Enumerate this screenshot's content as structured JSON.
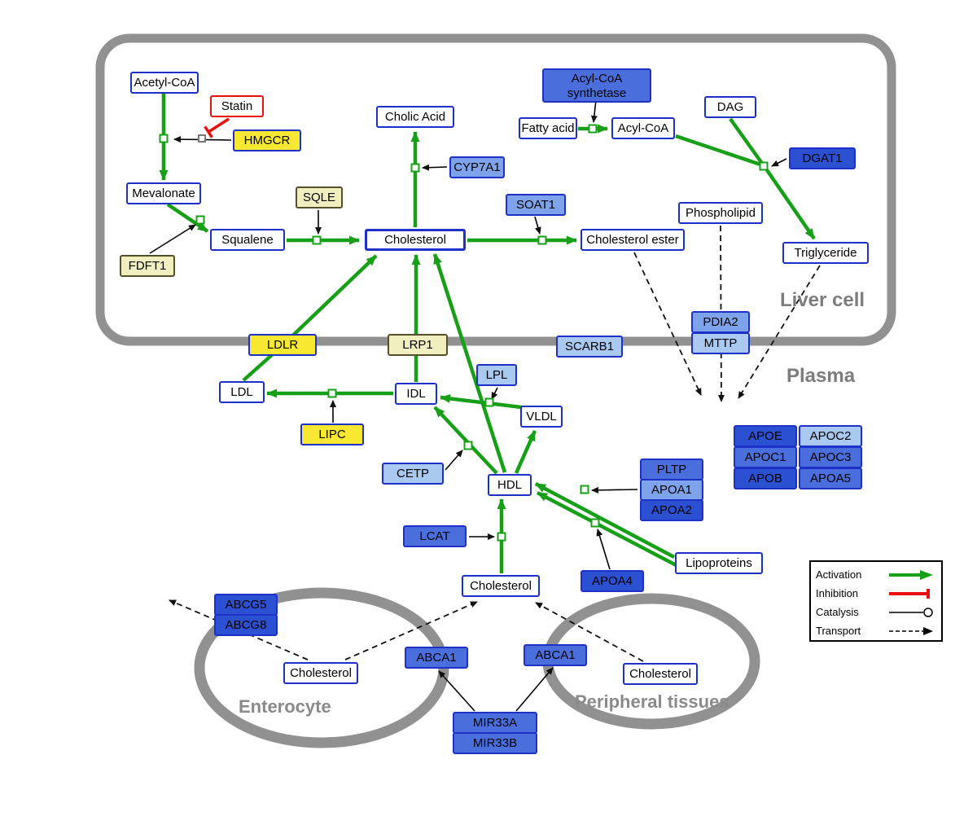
{
  "compartments": {
    "liver": "Liver cell",
    "plasma": "Plasma",
    "enterocyte": "Enterocyte",
    "peripheral": "Peripheral tissues"
  },
  "legend": {
    "activation": "Activation",
    "inhibition": "Inhibition",
    "catalysis": "Catalysis",
    "transport": "Transport"
  },
  "colors": {
    "activation_green": "#17a017",
    "inhibition_red": "#e91010",
    "membrane_gray": "#919191",
    "node_border_blue": "#1d31c8",
    "yellow": "#f8e832",
    "pale_yellow": "#f1efc0",
    "blue_light": "#a9c9f0",
    "blue_medium_light": "#7fa3ea",
    "blue_medium": "#4a6fdd",
    "blue_dark": "#2b50d2"
  },
  "nodes": {
    "acetyl_coa": {
      "label": "Acetyl-CoA"
    },
    "statin": {
      "label": "Statin"
    },
    "hmgcr": {
      "label": "HMGCR"
    },
    "mevalonate": {
      "label": "Mevalonate"
    },
    "fdft1": {
      "label": "FDFT1"
    },
    "squalene": {
      "label": "Squalene"
    },
    "sqle": {
      "label": "SQLE"
    },
    "cholesterol": {
      "label": "Cholesterol"
    },
    "cholic_acid": {
      "label": "Cholic Acid"
    },
    "cyp7a1": {
      "label": "CYP7A1"
    },
    "soat1": {
      "label": "SOAT1"
    },
    "cholesterol_ester": {
      "label": "Cholesterol ester"
    },
    "acyl_coa_synthetase": {
      "label": "Acyl-CoA synthetase"
    },
    "fatty_acid": {
      "label": "Fatty acid"
    },
    "acyl_coa": {
      "label": "Acyl-CoA"
    },
    "dag": {
      "label": "DAG"
    },
    "dgat1": {
      "label": "DGAT1"
    },
    "phospholipid": {
      "label": "Phospholipid"
    },
    "triglyceride": {
      "label": "Triglyceride"
    },
    "pdia2": {
      "label": "PDIA2"
    },
    "mttp": {
      "label": "MTTP"
    },
    "scarb1": {
      "label": "SCARB1"
    },
    "ldlr": {
      "label": "LDLR"
    },
    "lrp1": {
      "label": "LRP1"
    },
    "ldl": {
      "label": "LDL"
    },
    "idl": {
      "label": "IDL"
    },
    "lpl": {
      "label": "LPL"
    },
    "vldl": {
      "label": "VLDL"
    },
    "lipc": {
      "label": "LIPC"
    },
    "cetp": {
      "label": "CETP"
    },
    "hdl": {
      "label": "HDL"
    },
    "pltp": {
      "label": "PLTP"
    },
    "apoa1": {
      "label": "APOA1"
    },
    "apoa2": {
      "label": "APOA2"
    },
    "apoe": {
      "label": "APOE"
    },
    "apoc2": {
      "label": "APOC2"
    },
    "apoc1": {
      "label": "APOC1"
    },
    "apoc3": {
      "label": "APOC3"
    },
    "apob": {
      "label": "APOB"
    },
    "apoa5": {
      "label": "APOA5"
    },
    "lcat": {
      "label": "LCAT"
    },
    "apoa4": {
      "label": "APOA4"
    },
    "lipoproteins": {
      "label": "Lipoproteins"
    },
    "cholesterol_plasma": {
      "label": "Cholesterol"
    },
    "abcg5": {
      "label": "ABCG5"
    },
    "abcg8": {
      "label": "ABCG8"
    },
    "cholesterol_enterocyte": {
      "label": "Cholesterol"
    },
    "abca1_left": {
      "label": "ABCA1"
    },
    "abca1_right": {
      "label": "ABCA1"
    },
    "cholesterol_peripheral": {
      "label": "Cholesterol"
    },
    "mir33a": {
      "label": "MIR33A"
    },
    "mir33b": {
      "label": "MIR33B"
    }
  }
}
